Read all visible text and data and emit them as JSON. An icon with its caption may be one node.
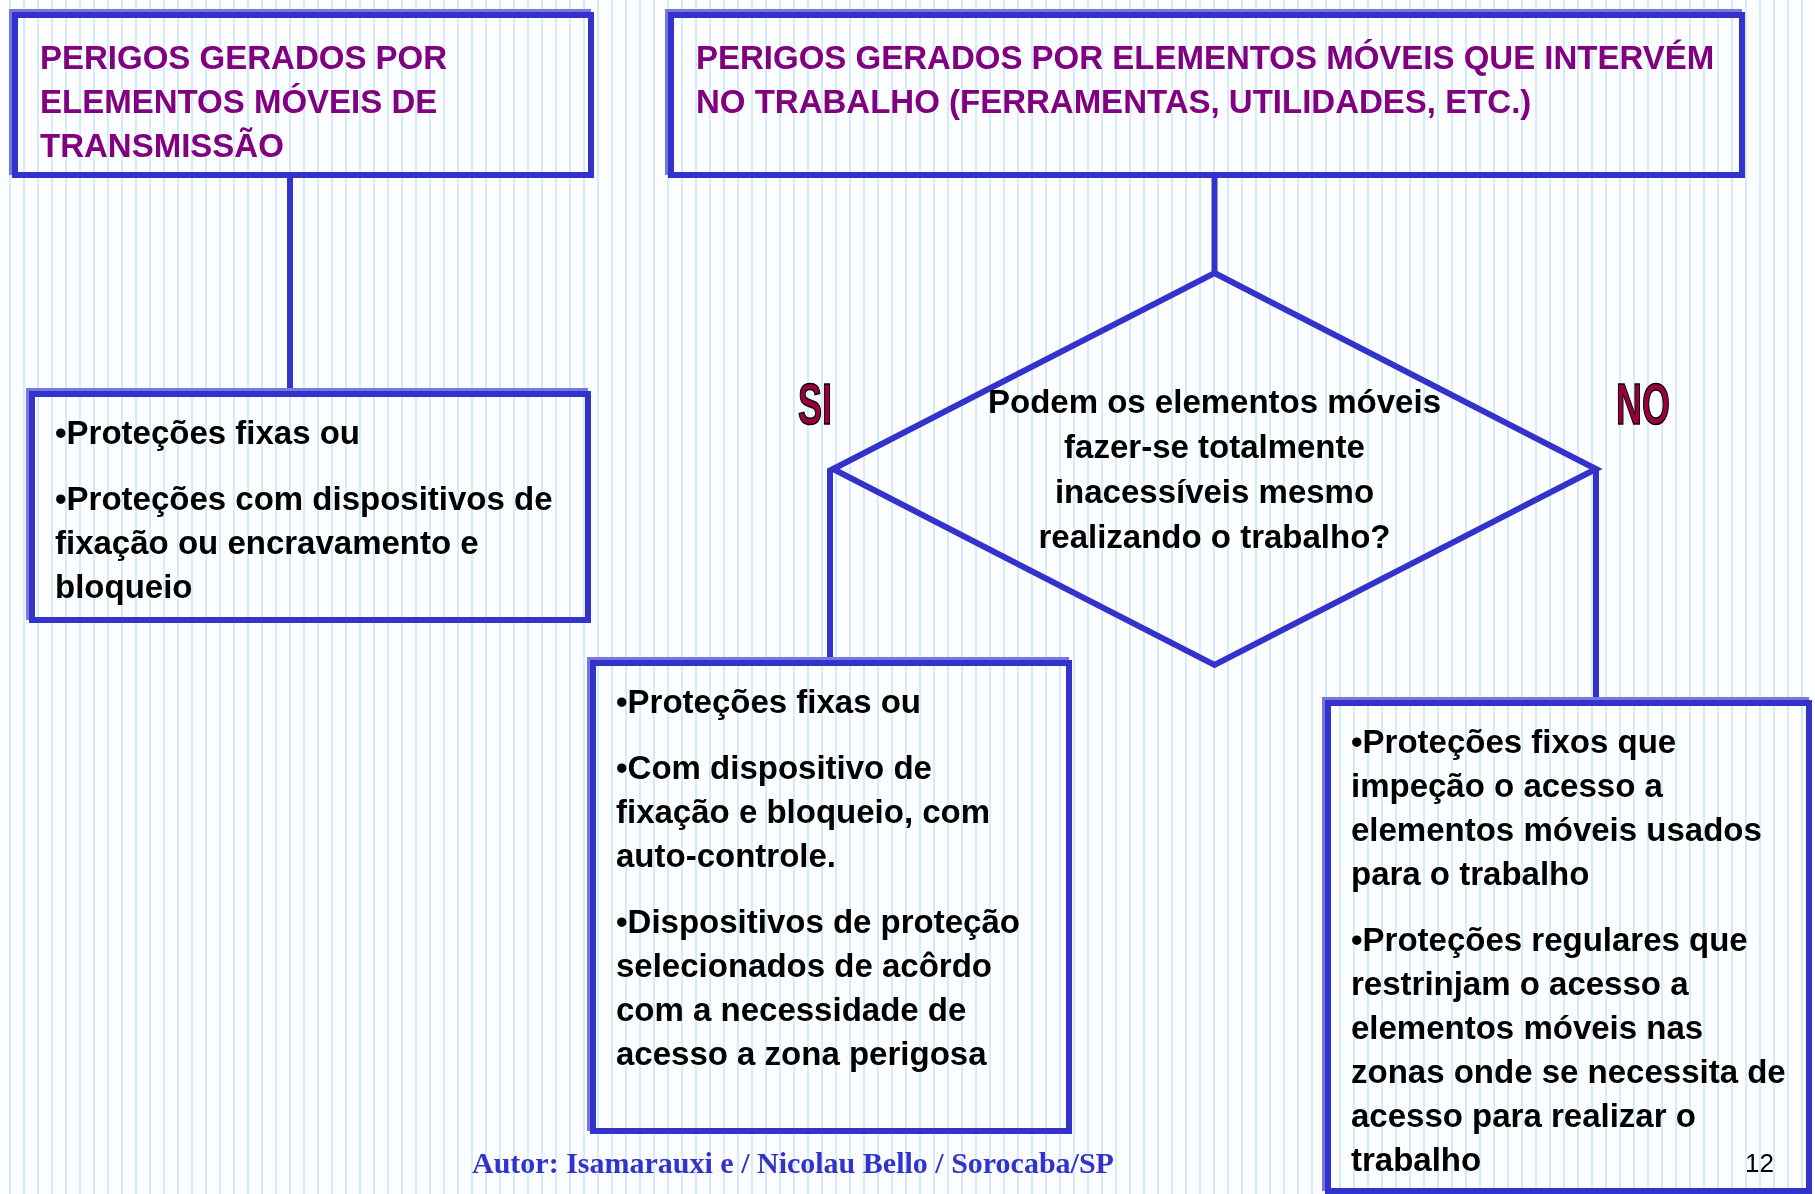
{
  "diagram": {
    "nodes": [
      {
        "text": [
          "PERIGOS GERADOS POR ELEMENTOS MÓVEIS DE TRANSMISSÃO"
        ]
      },
      {
        "text": [
          "PERIGOS GERADOS POR ELEMENTOS MÓVEIS QUE INTERVÉM  NO  TRABALHO (FERRAMENTAS, UTILIDADES, ETC.)"
        ]
      },
      {
        "text": [
          "•Proteções  fixas ou",
          "•Proteções com dispositivos de  fixação ou encravamento e  bloqueio"
        ]
      },
      {
        "text": [
          "Podem os elementos móveis fazer-se totalmente inacessíveis mesmo realizando o trabalho?"
        ]
      },
      {
        "text": [
          "•Proteções  fixas ou",
          "•Com dispositivo de fixação e bloqueio, com auto-controle.",
          "•Dispositivos de proteção selecionados de acôrdo com a necessidade de acesso a  zona perigosa"
        ]
      },
      {
        "text": [
          "•Proteções fixos que impeção o acesso a elementos móveis usados para o trabalho",
          "•Proteções regulares que restrinjam o acesso a elementos móveis nas zonas onde se necessita de acesso para realizar o trabalho"
        ]
      }
    ],
    "edges": [
      {
        "from": 0,
        "to": 2,
        "arrow": "none"
      },
      {
        "from": 1,
        "to": 3,
        "arrow": "none"
      },
      {
        "from": 3,
        "to": 4,
        "arrow": "none",
        "label": "SI"
      },
      {
        "from": 3,
        "to": 5,
        "arrow": "none",
        "label": "NO"
      }
    ],
    "labels": [
      "12",
      "Autor: Isamarauxi e /  Nicolau Bello / Sorocaba/SP"
    ]
  }
}
